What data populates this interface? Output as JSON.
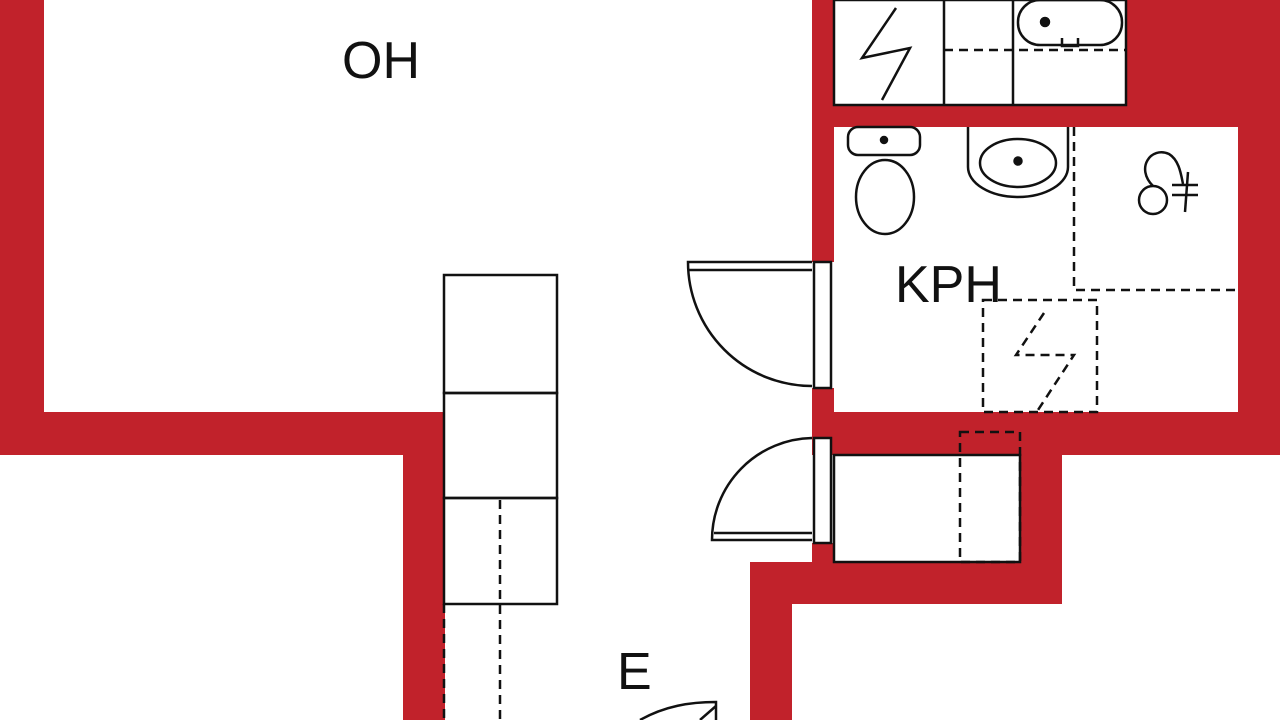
{
  "rooms": {
    "living": {
      "label": "OH"
    },
    "bathroom": {
      "label": "KPH"
    },
    "entrance": {
      "label": "E"
    }
  },
  "colors": {
    "wall": "#c1222b",
    "line": "#111111",
    "floor": "#ffffff"
  },
  "icons": {
    "sauna_stove": "electric-stove-icon",
    "shower": "shower-icon",
    "washing_machine": "washing-machine-icon"
  }
}
